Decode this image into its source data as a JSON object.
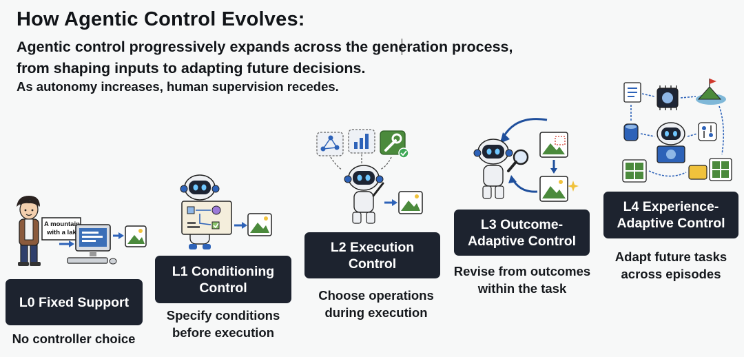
{
  "header": {
    "title": "How Agentic Control Evolves:",
    "subtitle_line1": "Agentic control progressively expands across the generation process,",
    "subtitle_line2": "from shaping inputs to adapting future decisions.",
    "note": "As autonomy increases, human supervision recedes."
  },
  "levels": [
    {
      "label": "L0 Fixed Support",
      "desc_line1": "No controller choice",
      "desc_line2": ""
    },
    {
      "label_line1": "L1 Conditioning",
      "label_line2": "Control",
      "desc_line1": "Specify conditions",
      "desc_line2": "before execution"
    },
    {
      "label_line1": "L2 Execution",
      "label_line2": "Control",
      "desc_line1": "Choose operations",
      "desc_line2": "during execution"
    },
    {
      "label_line1": "L3 Outcome-",
      "label_line2": "Adaptive Control",
      "desc_line1": "Revise from outcomes",
      "desc_line2": "within the task"
    },
    {
      "label_line1": "L4 Experience-",
      "label_line2": "Adaptive Control",
      "desc_line1": "Adapt future tasks",
      "desc_line2": "across episodes"
    }
  ],
  "illustrations": {
    "l0_speech_line1": "A mountain",
    "l0_speech_line2": "with a lake"
  },
  "colors": {
    "box_bg": "#1d232f",
    "accent_blue": "#2d62b8",
    "accent_green": "#4b8a3c",
    "page_bg": "#f7f8f8"
  }
}
